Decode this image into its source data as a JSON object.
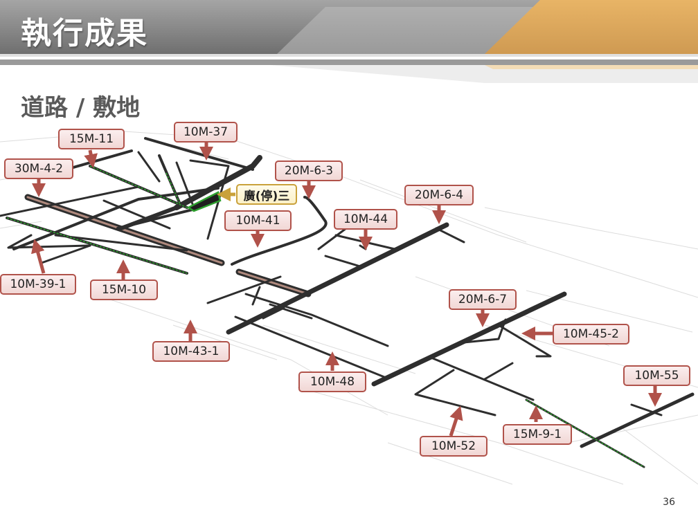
{
  "slide": {
    "title": "執行成果",
    "subtitle": "道路 / 敷地",
    "page_number": "36"
  },
  "colors": {
    "header_gray": "#8e8e8e",
    "header_gold": "#d9a55a",
    "label_border": "#b0524a",
    "label_fill": "#f3dcda",
    "arrow_red": "#b0524a",
    "highlight_gold": "#c9a13a",
    "road_dark": "#2e2e2e",
    "road_highlight": "#b08a7e",
    "green_edge": "#2ea02e"
  },
  "labels": {
    "l15m11": "15M-11",
    "l10m37": "10M-37",
    "l30m42": "30M-4-2",
    "l20m63": "20M-6-3",
    "lplaza": "廣(停)三",
    "l20m64": "20M-6-4",
    "l10m41": "10M-41",
    "l10m44": "10M-44",
    "l10m391": "10M-39-1",
    "l15m10": "15M-10",
    "l20m67": "20M-6-7",
    "l10m452": "10M-45-2",
    "l10m431": "10M-43-1",
    "l10m48": "10M-48",
    "l10m55": "10M-55",
    "l15m91": "15M-9-1",
    "l10m52": "10M-52"
  }
}
